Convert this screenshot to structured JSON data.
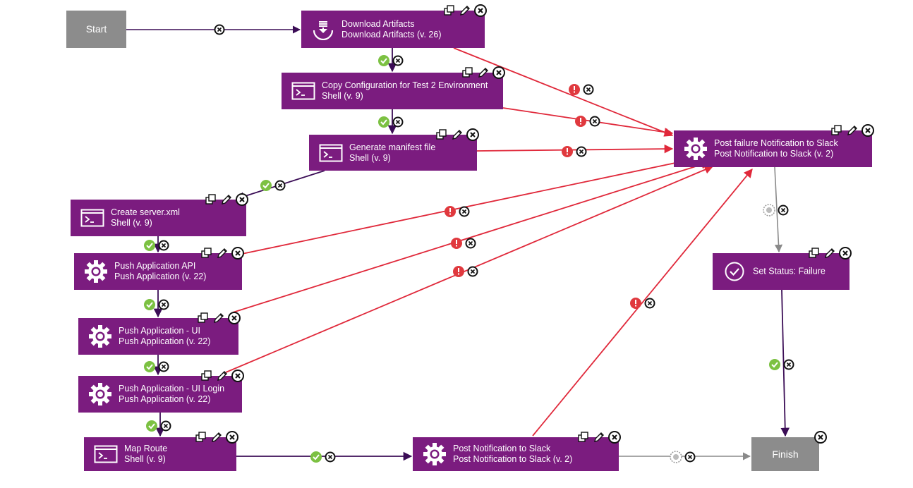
{
  "colors": {
    "node_purple": "#7b1c7f",
    "terminal_gray": "#8c8c8c",
    "success_edge": "#3b0d56",
    "failure_edge": "#e0283a",
    "always_edge": "#8a8a8a",
    "success_badge": "#7cc142",
    "failure_badge": "#e0393e"
  },
  "nodes": {
    "start": {
      "label": "Start"
    },
    "finish": {
      "label": "Finish"
    },
    "download_artifacts": {
      "title": "Download Artifacts",
      "subtitle": "Download Artifacts (v. 26)",
      "icon": "download-icon"
    },
    "copy_config": {
      "title": "Copy Configuration for Test 2 Environment",
      "subtitle": "Shell (v. 9)",
      "icon": "terminal-icon"
    },
    "generate_manifest": {
      "title": "Generate manifest file",
      "subtitle": "Shell (v. 9)",
      "icon": "terminal-icon"
    },
    "create_server_xml": {
      "title": "Create server.xml",
      "subtitle": "Shell (v. 9)",
      "icon": "terminal-icon"
    },
    "push_app_api": {
      "title": "Push Application API",
      "subtitle": "Push Application (v. 22)",
      "icon": "gear-icon"
    },
    "push_app_ui": {
      "title": "Push Application - UI",
      "subtitle": "Push Application (v. 22)",
      "icon": "gear-icon"
    },
    "push_app_ui_login": {
      "title": "Push Application - UI Login",
      "subtitle": "Push Application (v. 22)",
      "icon": "gear-icon"
    },
    "map_route": {
      "title": "Map Route",
      "subtitle": "Shell (v. 9)",
      "icon": "terminal-icon"
    },
    "post_notification": {
      "title": "Post Notification to Slack",
      "subtitle": "Post Notification to Slack (v. 2)",
      "icon": "gear-icon"
    },
    "post_failure": {
      "title": "Post failure Notification to Slack",
      "subtitle": "Post Notification to Slack (v. 2)",
      "icon": "gear-icon"
    },
    "set_status": {
      "title": "Set Status: Failure",
      "subtitle": "",
      "icon": "check-circle-icon"
    }
  },
  "edges": [
    {
      "from": "start",
      "to": "download_artifacts",
      "type": "always"
    },
    {
      "from": "download_artifacts",
      "to": "copy_config",
      "type": "success"
    },
    {
      "from": "copy_config",
      "to": "generate_manifest",
      "type": "success"
    },
    {
      "from": "generate_manifest",
      "to": "create_server_xml",
      "type": "success"
    },
    {
      "from": "create_server_xml",
      "to": "push_app_api",
      "type": "success"
    },
    {
      "from": "push_app_api",
      "to": "push_app_ui",
      "type": "success"
    },
    {
      "from": "push_app_ui",
      "to": "push_app_ui_login",
      "type": "success"
    },
    {
      "from": "push_app_ui_login",
      "to": "map_route",
      "type": "success"
    },
    {
      "from": "map_route",
      "to": "post_notification",
      "type": "success"
    },
    {
      "from": "post_notification",
      "to": "finish",
      "type": "always"
    },
    {
      "from": "download_artifacts",
      "to": "post_failure",
      "type": "failure"
    },
    {
      "from": "copy_config",
      "to": "post_failure",
      "type": "failure"
    },
    {
      "from": "generate_manifest",
      "to": "post_failure",
      "type": "failure"
    },
    {
      "from": "push_app_api",
      "to": "post_failure",
      "type": "failure"
    },
    {
      "from": "push_app_ui",
      "to": "post_failure",
      "type": "failure"
    },
    {
      "from": "push_app_ui_login",
      "to": "post_failure",
      "type": "failure"
    },
    {
      "from": "post_notification",
      "to": "post_failure",
      "type": "failure"
    },
    {
      "from": "post_failure",
      "to": "set_status",
      "type": "always"
    },
    {
      "from": "set_status",
      "to": "finish",
      "type": "success"
    }
  ],
  "node_tools": [
    "copy-icon",
    "edit-icon",
    "delete-icon"
  ]
}
